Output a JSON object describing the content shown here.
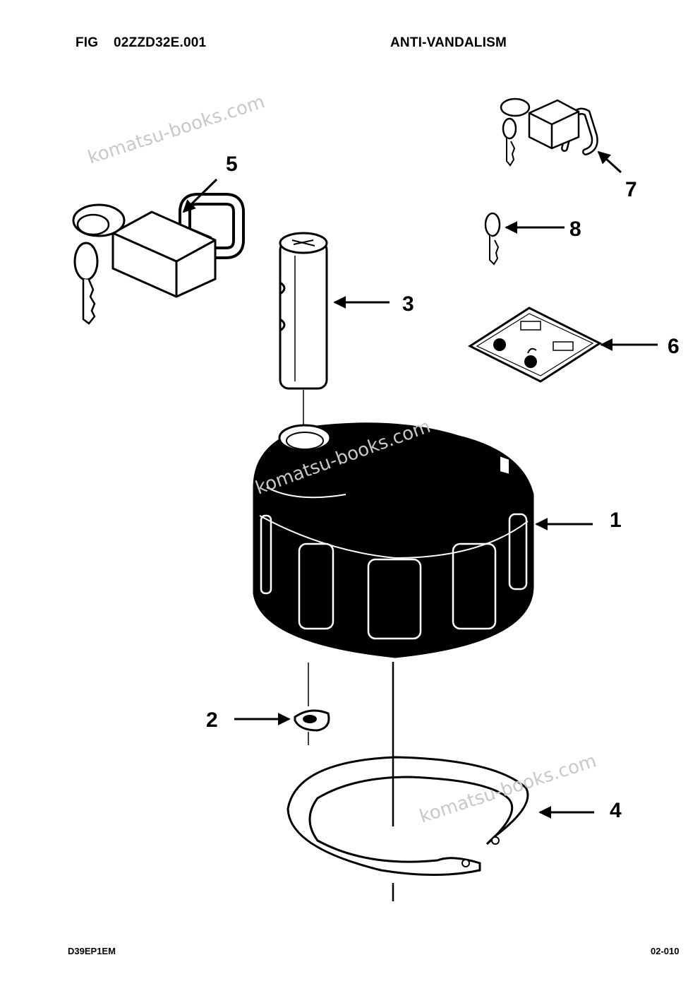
{
  "header": {
    "fig_label": "FIG",
    "fig_code": "02ZZD32E.001",
    "section_title": "ANTI-VANDALISM"
  },
  "footer": {
    "doc_code": "D39EP1EM",
    "page_number": "02-010"
  },
  "watermark": "komatsu-books.com",
  "callouts": {
    "c1": "1",
    "c2": "2",
    "c3": "3",
    "c4": "4",
    "c5": "5",
    "c6": "6",
    "c7": "7",
    "c8": "8"
  }
}
